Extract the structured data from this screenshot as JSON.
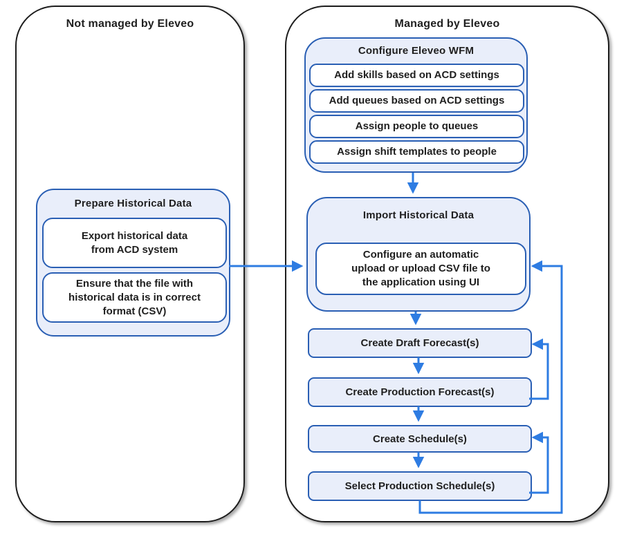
{
  "colors": {
    "container_border": "#1d1d1d",
    "box_border": "#2a5fb4",
    "arrow": "#2e7ce2",
    "group_fill": "#e9eefa",
    "text": "#1f1f1f"
  },
  "left_panel": {
    "title": "Not managed by Eleveo",
    "prepare_group": {
      "title": "Prepare Historical Data",
      "steps": [
        "Export historical data\nfrom ACD system",
        "Ensure that the file with\nhistorical data is in correct\nformat (CSV)"
      ]
    }
  },
  "right_panel": {
    "title": "Managed by Eleveo",
    "configure_group": {
      "title": "Configure Eleveo WFM",
      "steps": [
        "Add skills based on ACD settings",
        "Add queues based on ACD settings",
        "Assign people to queues",
        "Assign shift templates to people"
      ]
    },
    "import_group": {
      "title": "Import Historical Data",
      "steps": [
        "Configure an automatic\nupload or upload CSV file to\nthe application using UI"
      ]
    },
    "flow": [
      "Create Draft Forecast(s)",
      "Create Production Forecast(s)",
      "Create Schedule(s)",
      "Select Production Schedule(s)"
    ]
  }
}
